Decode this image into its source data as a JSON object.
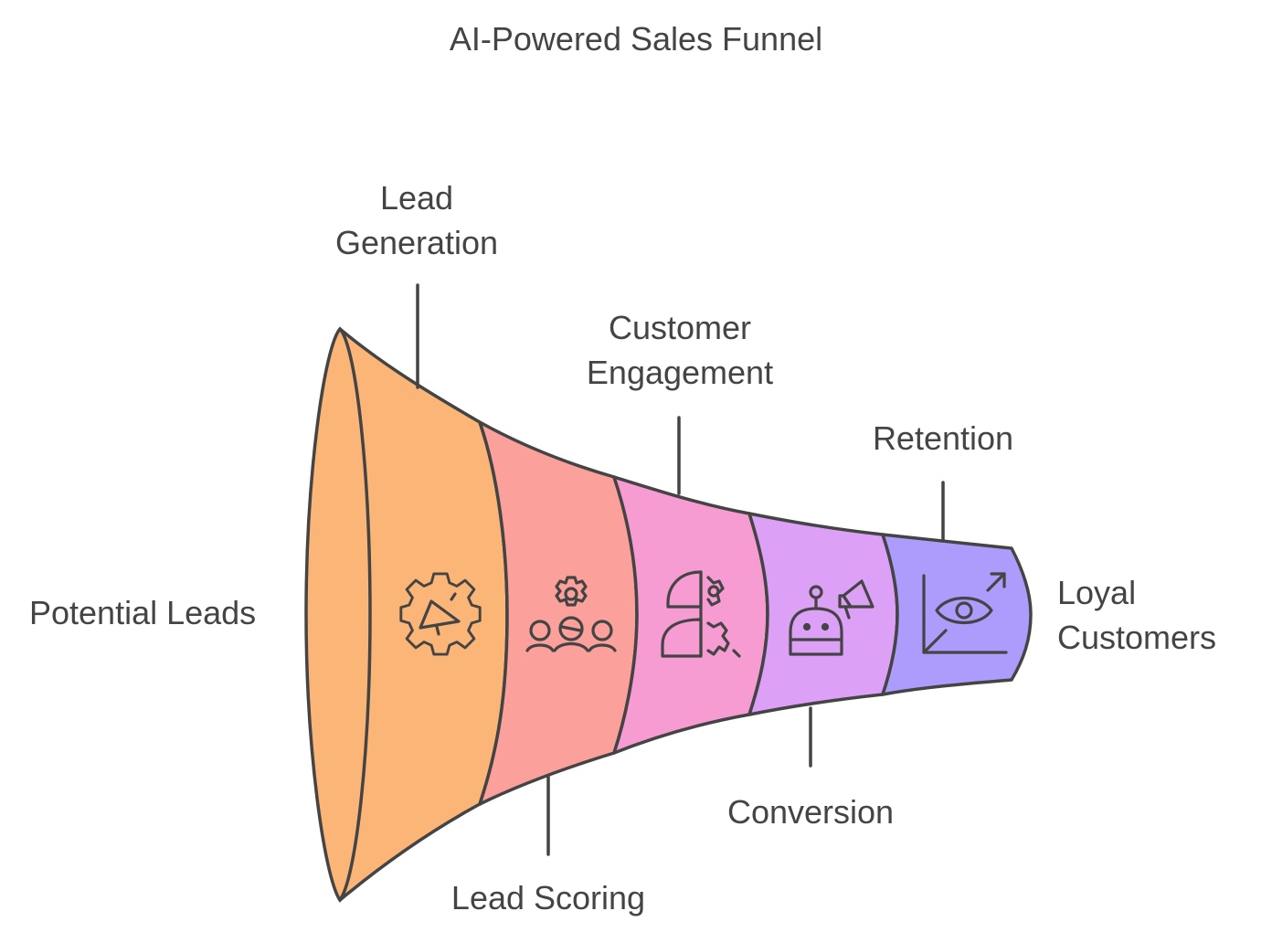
{
  "title": "AI-Powered Sales Funnel",
  "stages": [
    {
      "label": "Lead Generation",
      "lines": [
        "Lead",
        "Generation"
      ],
      "color": "#FBB677",
      "icon": "megaphone-gear-icon"
    },
    {
      "label": "Lead Scoring",
      "lines": [
        "Lead Scoring"
      ],
      "color": "#FBA09A",
      "icon": "people-gear-icon"
    },
    {
      "label": "Customer Engagement",
      "lines": [
        "Customer",
        "Engagement"
      ],
      "color": "#F79BD3",
      "icon": "head-gears-icon"
    },
    {
      "label": "Conversion",
      "lines": [
        "Conversion"
      ],
      "color": "#DCA0F7",
      "icon": "robot-megaphone-icon"
    },
    {
      "label": "Retention",
      "lines": [
        "Retention"
      ],
      "color": "#AD9CFB",
      "icon": "eye-chart-icon"
    }
  ],
  "input_label": "Potential Leads",
  "output_label": {
    "lines": [
      "Loyal",
      "Customers"
    ]
  },
  "colors": {
    "stroke": "#444444",
    "text": "#444444"
  }
}
